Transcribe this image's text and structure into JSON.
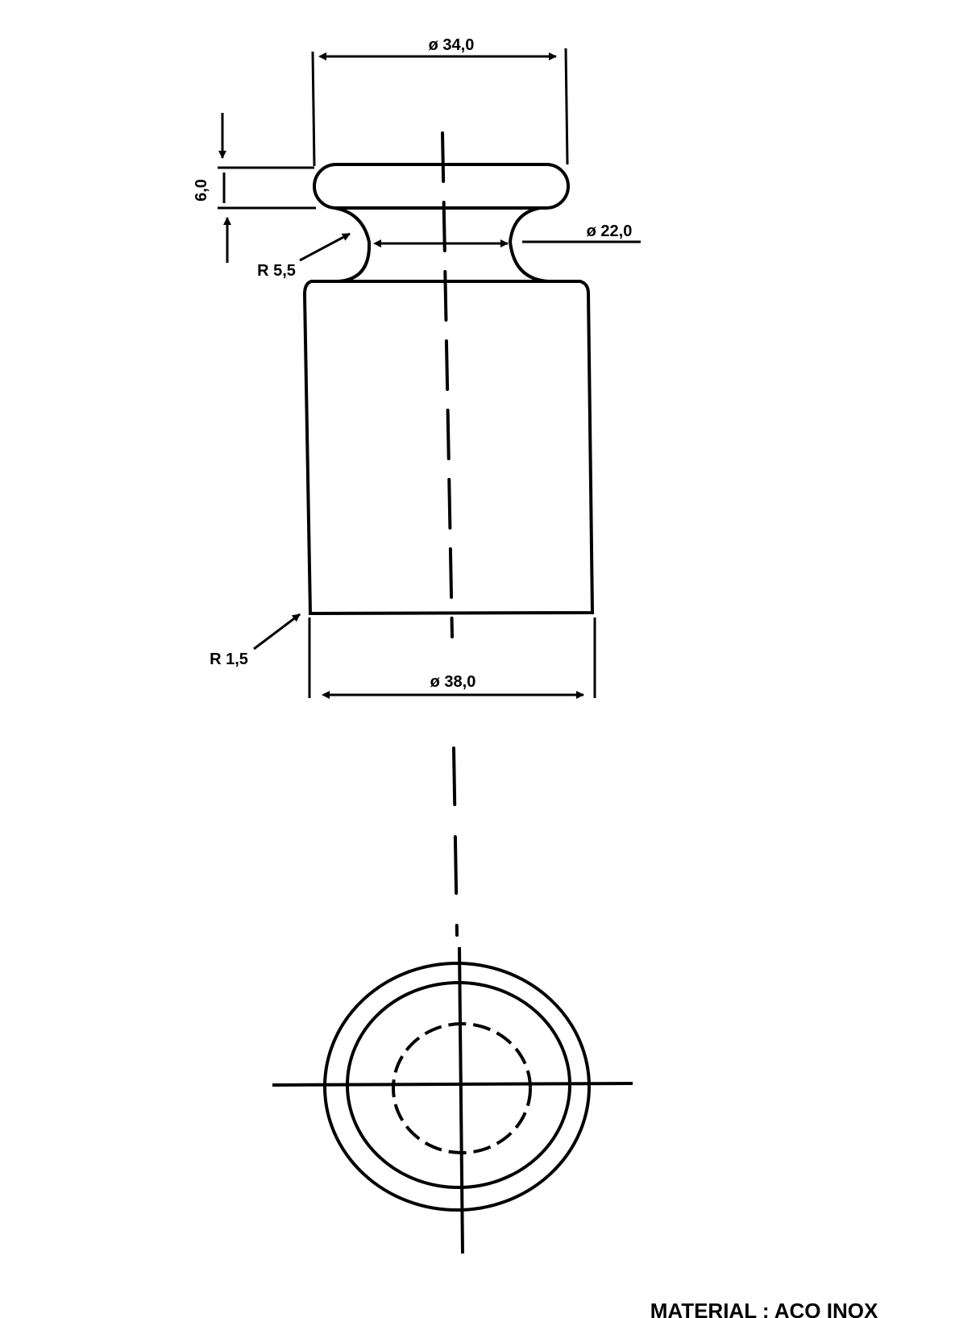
{
  "drawing": {
    "dimensions": {
      "top_diameter": "ø 34,0",
      "cap_height": "6,0",
      "neck_diameter": "ø 22,0",
      "neck_radius": "R 5,5",
      "bottom_radius": "R 1,5",
      "body_diameter": "ø 38,0"
    },
    "material_label": "MATERIAL : AÇO INOX"
  }
}
